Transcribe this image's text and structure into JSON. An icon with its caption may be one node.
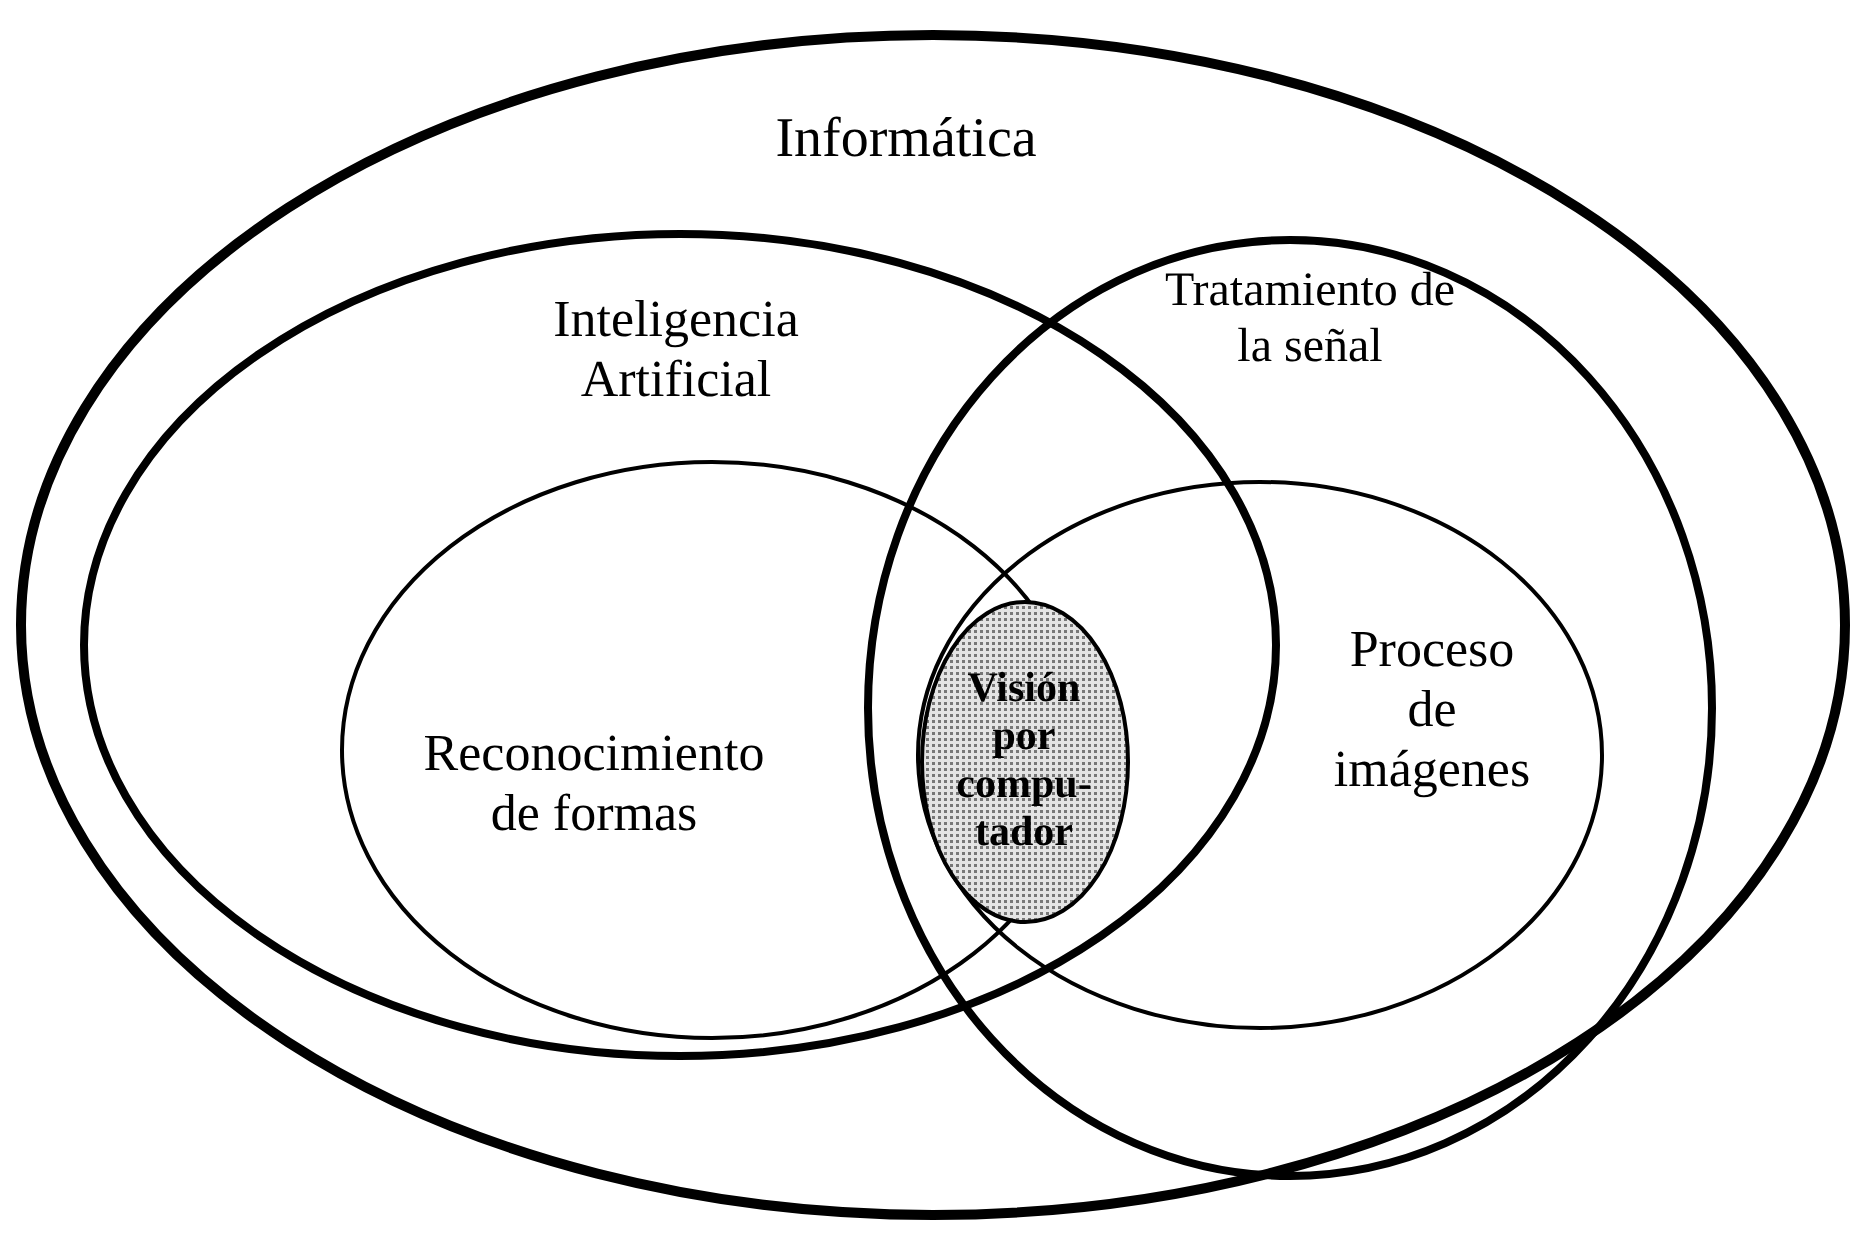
{
  "diagram": {
    "nodes": [
      {
        "text": [
          "Informática"
        ]
      },
      {
        "text": [
          "Inteligencia Artificial"
        ],
        "in": 0
      },
      {
        "text": [
          "Tratamiento de la señal"
        ],
        "in": 0
      },
      {
        "text": [
          "Reconocimiento de formas"
        ],
        "in": 1
      },
      {
        "text": [
          "Proceso de imágenes"
        ],
        "in": 2
      },
      {
        "text": [
          "Visión por compu- tador"
        ]
      }
    ]
  }
}
